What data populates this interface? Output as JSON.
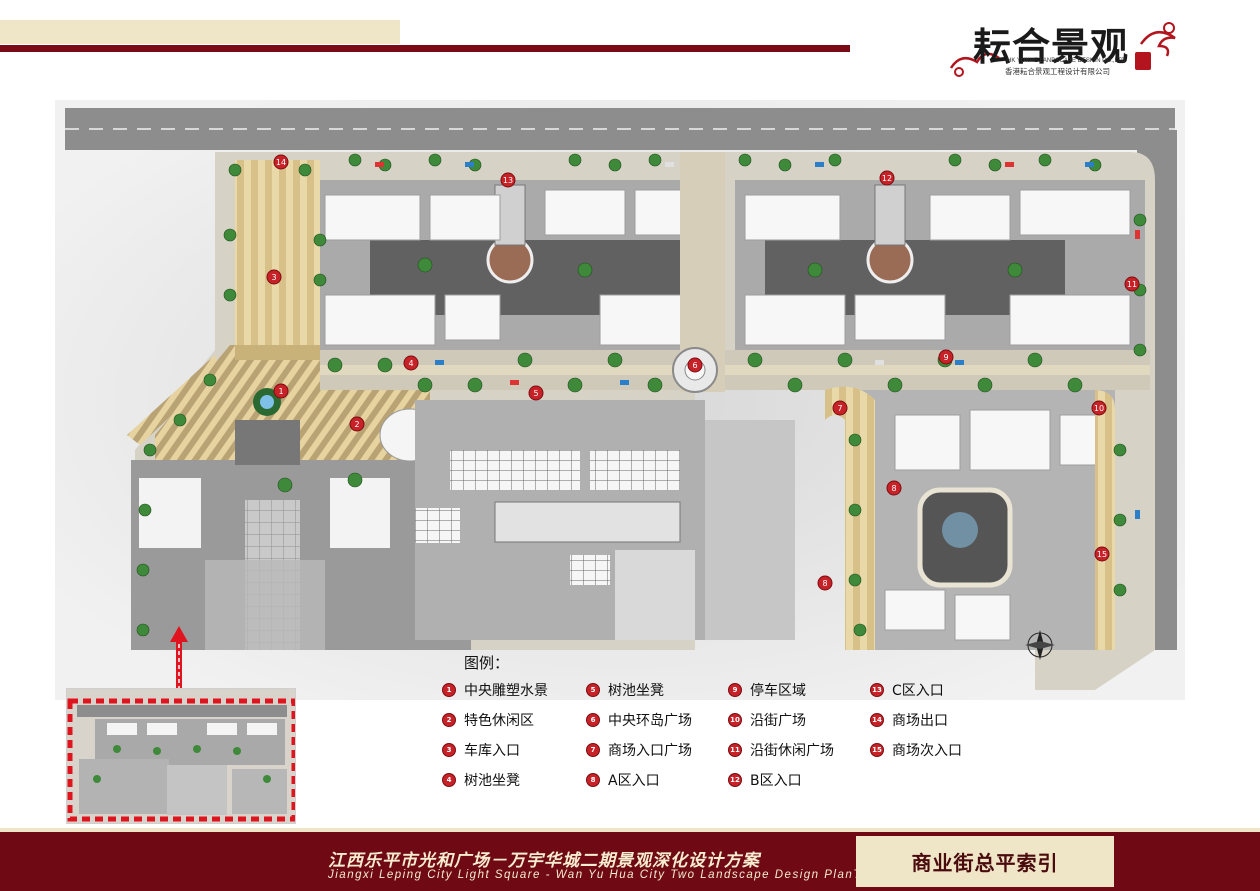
{
  "logo": {
    "title": "耘合景观",
    "company_en": "HK YUNHE LANDSCAPE DESIGN CO.,LTD",
    "company_cn": "香港耘合景观工程设计有限公司"
  },
  "plan": {
    "markers": [
      {
        "num": "1"
      },
      {
        "num": "2"
      },
      {
        "num": "3"
      },
      {
        "num": "4"
      },
      {
        "num": "5"
      },
      {
        "num": "6"
      },
      {
        "num": "7"
      },
      {
        "num": "8"
      },
      {
        "num": "9"
      },
      {
        "num": "10"
      },
      {
        "num": "11"
      },
      {
        "num": "12"
      },
      {
        "num": "13"
      },
      {
        "num": "14"
      },
      {
        "num": "8"
      },
      {
        "num": "15"
      }
    ]
  },
  "legend": {
    "title": "图例：",
    "items": [
      {
        "num": "1",
        "label": "中央雕塑水景"
      },
      {
        "num": "2",
        "label": "特色休闲区"
      },
      {
        "num": "3",
        "label": "车库入口"
      },
      {
        "num": "4",
        "label": "树池坐凳"
      },
      {
        "num": "5",
        "label": "树池坐凳"
      },
      {
        "num": "6",
        "label": "中央环岛广场"
      },
      {
        "num": "7",
        "label": "商场入口广场"
      },
      {
        "num": "8",
        "label": "A区入口"
      },
      {
        "num": "9",
        "label": "停车区域"
      },
      {
        "num": "10",
        "label": "沿街广场"
      },
      {
        "num": "11",
        "label": "沿街休闲广场"
      },
      {
        "num": "12",
        "label": "B区入口"
      },
      {
        "num": "13",
        "label": "C区入口"
      },
      {
        "num": "14",
        "label": "商场出口"
      },
      {
        "num": "15",
        "label": "商场次入口"
      }
    ]
  },
  "footer": {
    "title_cn": "江西乐平市光和广场－万宇华城二期景观深化设计方案",
    "title_en": "Jiangxi Leping City Light Square - Wan Yu Hua City Two Landscape Design PlanTo Deepen",
    "page_title": "商业街总平索引"
  },
  "colors": {
    "maroon": "#6f0a14",
    "beige": "#efe6c7",
    "marker_red": "#c62228"
  }
}
